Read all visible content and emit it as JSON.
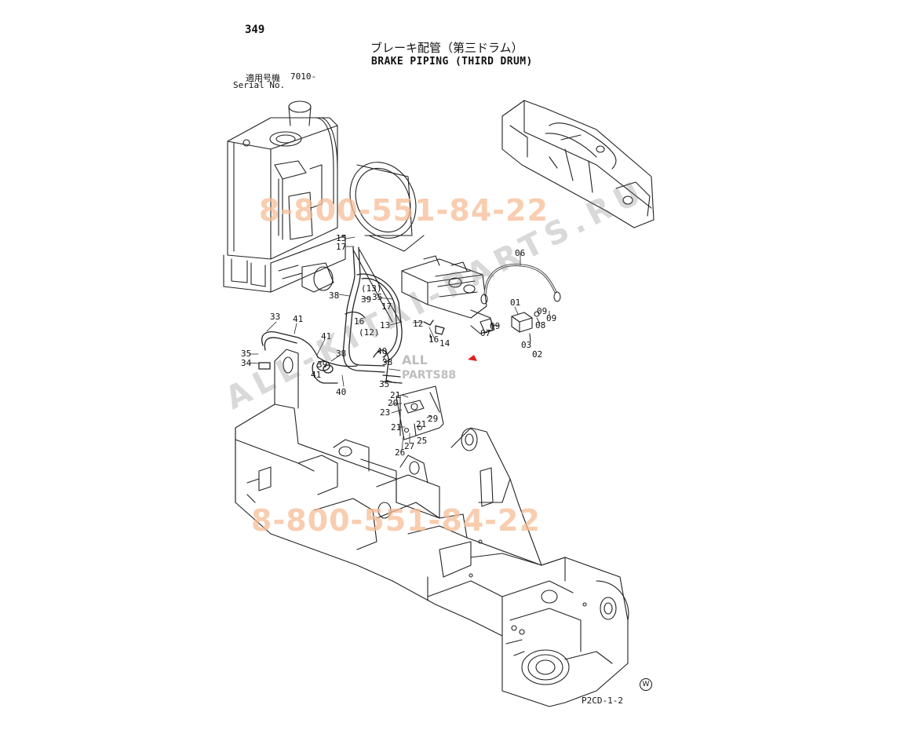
{
  "page": {
    "number": "349",
    "title_jp": "ブレーキ配管（第三ドラム）",
    "title_en": "BRAKE PIPING (THIRD DRUM)",
    "serial_label_jp": "適用号機",
    "serial_value": "7010-",
    "serial_label_en": "Serial No.",
    "figure_code": "P2CD-1-2",
    "corner_mark": "W"
  },
  "watermarks": {
    "phone": "8-800-551-84-22",
    "domain": "ALL-KITAI-PARTS.RU",
    "logo_top": "ALL",
    "logo_bottom": "PARTS88"
  },
  "parts": {
    "p01": "01",
    "p02": "02",
    "p03": "03",
    "p06": "06",
    "p07": "07",
    "p08": "08",
    "p09a": "09",
    "p09b": "09",
    "p12": "12",
    "p13": "13",
    "p13p": "(13)",
    "p14": "14",
    "p15": "15",
    "p16a": "16",
    "p16b": "16",
    "p17a": "17",
    "p17b": "17",
    "p12p": "(12)",
    "p20": "20",
    "p21a": "21",
    "p21b": "21",
    "p21c": "21",
    "p23": "23",
    "p25": "25",
    "p26": "26",
    "p27": "27",
    "p29": "29",
    "p33": "33",
    "p34": "34",
    "p35a": "35",
    "p35b": "35",
    "p35c": "35",
    "p38a": "38",
    "p38b": "38",
    "p38c": "38",
    "p39a": "39",
    "p39b": "39",
    "p40a": "40",
    "p40b": "40",
    "p41a": "41",
    "p41b": "41",
    "p41c": "41"
  }
}
